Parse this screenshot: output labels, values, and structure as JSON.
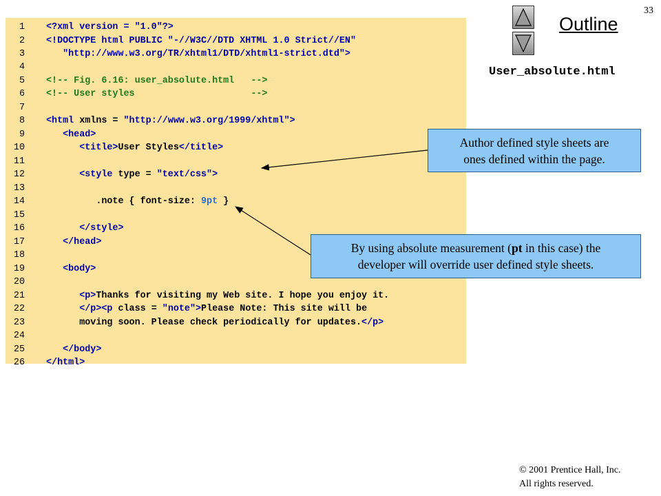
{
  "slide": {
    "number": "33",
    "outline_label": "Outline",
    "file_name": "User_absolute.html",
    "copyright_line1": "© 2001 Prentice Hall, Inc.",
    "copyright_line2": "All rights reserved."
  },
  "code": {
    "lines": [
      {
        "n": "1",
        "parts": [
          {
            "t": "<?xml version = ",
            "c": "tag"
          },
          {
            "t": "\"1.0\"",
            "c": "str"
          },
          {
            "t": "?>",
            "c": "tag"
          }
        ]
      },
      {
        "n": "2",
        "parts": [
          {
            "t": "<!DOCTYPE html PUBLIC \"-//W3C//DTD XHTML 1.0 Strict//EN\"",
            "c": "tag"
          }
        ]
      },
      {
        "n": "3",
        "parts": [
          {
            "t": "   \"http://www.w3.org/TR/xhtml1/DTD/xhtml1-strict.dtd\">",
            "c": "tag"
          }
        ]
      },
      {
        "n": "4",
        "parts": []
      },
      {
        "n": "5",
        "parts": [
          {
            "t": "<!-- Fig. 6.16: user_absolute.html   -->",
            "c": "com"
          }
        ]
      },
      {
        "n": "6",
        "parts": [
          {
            "t": "<!-- User styles                     -->",
            "c": "com"
          }
        ]
      },
      {
        "n": "7",
        "parts": []
      },
      {
        "n": "8",
        "parts": [
          {
            "t": "<html ",
            "c": "tag"
          },
          {
            "t": "xmlns = ",
            "c": "att"
          },
          {
            "t": "\"http://www.w3.org/1999/xhtml\">",
            "c": "str"
          }
        ]
      },
      {
        "n": "9",
        "parts": [
          {
            "t": "   ",
            "c": "txt"
          },
          {
            "t": "<head>",
            "c": "tag"
          }
        ]
      },
      {
        "n": "10",
        "parts": [
          {
            "t": "      ",
            "c": "txt"
          },
          {
            "t": "<title>",
            "c": "tag"
          },
          {
            "t": "User Styles",
            "c": "txt"
          },
          {
            "t": "</title>",
            "c": "tag"
          }
        ]
      },
      {
        "n": "11",
        "parts": []
      },
      {
        "n": "12",
        "parts": [
          {
            "t": "      ",
            "c": "txt"
          },
          {
            "t": "<style ",
            "c": "tag"
          },
          {
            "t": "type = ",
            "c": "att"
          },
          {
            "t": "\"text/css\">",
            "c": "str"
          }
        ]
      },
      {
        "n": "13",
        "parts": []
      },
      {
        "n": "14",
        "parts": [
          {
            "t": "         .note { font-size: ",
            "c": "txt"
          },
          {
            "t": "9pt",
            "c": "num"
          },
          {
            "t": " }",
            "c": "txt"
          }
        ]
      },
      {
        "n": "15",
        "parts": []
      },
      {
        "n": "16",
        "parts": [
          {
            "t": "      ",
            "c": "txt"
          },
          {
            "t": "</style>",
            "c": "tag"
          }
        ]
      },
      {
        "n": "17",
        "parts": [
          {
            "t": "   ",
            "c": "txt"
          },
          {
            "t": "</head>",
            "c": "tag"
          }
        ]
      },
      {
        "n": "18",
        "parts": []
      },
      {
        "n": "19",
        "parts": [
          {
            "t": "   ",
            "c": "txt"
          },
          {
            "t": "<body>",
            "c": "tag"
          }
        ]
      },
      {
        "n": "20",
        "parts": []
      },
      {
        "n": "21",
        "parts": [
          {
            "t": "      ",
            "c": "txt"
          },
          {
            "t": "<p>",
            "c": "tag"
          },
          {
            "t": "Thanks for visiting my Web site. I hope you enjoy it.",
            "c": "txt"
          }
        ]
      },
      {
        "n": "22",
        "parts": [
          {
            "t": "      ",
            "c": "txt"
          },
          {
            "t": "</p>",
            "c": "tag"
          },
          {
            "t": "<p ",
            "c": "tag"
          },
          {
            "t": "class = ",
            "c": "att"
          },
          {
            "t": "\"note\">",
            "c": "str"
          },
          {
            "t": "Please Note: This site will be",
            "c": "txt"
          }
        ]
      },
      {
        "n": "23",
        "parts": [
          {
            "t": "      moving soon. Please check periodically for updates.",
            "c": "txt"
          },
          {
            "t": "</p>",
            "c": "tag"
          }
        ]
      },
      {
        "n": "24",
        "parts": []
      },
      {
        "n": "25",
        "parts": [
          {
            "t": "   ",
            "c": "txt"
          },
          {
            "t": "</body>",
            "c": "tag"
          }
        ]
      },
      {
        "n": "26",
        "parts": [
          {
            "t": "</html>",
            "c": "tag"
          }
        ]
      }
    ]
  },
  "callouts": {
    "author": {
      "line1": "Author defined style sheets are",
      "line2": "ones defined within the page."
    },
    "absolute": {
      "line1_pre": "By using absolute measurement  (",
      "line1_bold": "pt",
      "line1_post": " in this case) the",
      "line2": "developer will override user defined style sheets."
    }
  },
  "nav": {
    "up_icon": "triangle-up-icon",
    "down_icon": "triangle-down-icon"
  }
}
